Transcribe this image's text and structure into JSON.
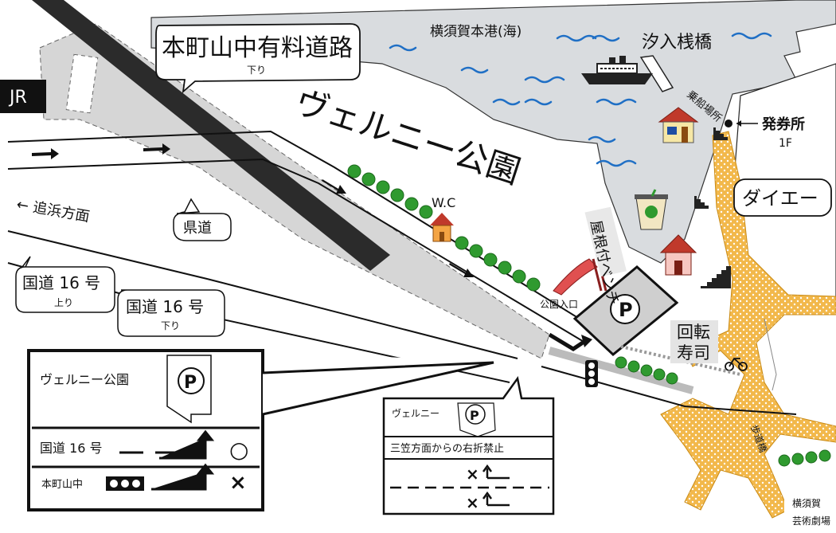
{
  "labels": {
    "expressway": "本町山中有料道路",
    "expressway_dir": "下り",
    "harbor": "横須賀本港(海)",
    "pier": "汐入桟橋",
    "boarding": "乗船場所",
    "ticket_office": "発券所",
    "ticket_office_floor": "1F",
    "jr": "JR",
    "park_title": "ヴェルニー公園",
    "oppama": "← 追浜方面",
    "prefectural_road": "県道",
    "route16_up": "国道 16 号",
    "route16_up_dir": "上り",
    "route16_down": "国道 16 号",
    "route16_down_dir": "下り",
    "wc": "W.C",
    "roofed_bench": "屋根付ベンチ",
    "daiei": "ダイエー",
    "park_entrance": "公園入口",
    "parking": "P",
    "kaitenzushi_1": "回転",
    "kaitenzushi_2": "寿司",
    "footbridge": "歩道橋",
    "theater_1": "横須賀",
    "theater_2": "芸術劇場"
  },
  "inset_left": {
    "park": "ヴェルニー公園",
    "parking": "P",
    "route16": "国道 16 号",
    "ok_mark": "○",
    "honcho": "本町山中",
    "ng_mark": "×"
  },
  "inset_right": {
    "park": "ヴェルニー",
    "parking": "P",
    "rule": "三笠方面からの右折禁止",
    "ng_mark_1": "×",
    "ng_mark_2": "×"
  },
  "colors": {
    "sea": "#d9dcdf",
    "wave": "#1f6fc5",
    "road_gray": "#d6d6d6",
    "rail": "#2b2b2b",
    "sidewalk": "#f2b84b",
    "tree": "#2f9a2f"
  }
}
